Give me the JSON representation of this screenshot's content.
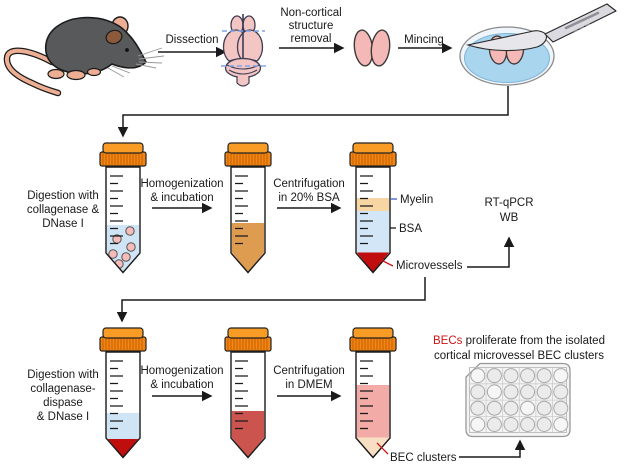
{
  "figure": {
    "title_implicit": "Isolation of brain microvessels and BEC clusters from mouse cortex"
  },
  "colors": {
    "text": "#1a1a1a",
    "red_label": "#CC1414",
    "blue_label": "#3A5FC0",
    "cap_orange": "#F08513",
    "cap_top_orange": "#F89C26",
    "digestion_buffer_blue": "#CFE4F5",
    "tissue_pink": "#F5BCBA",
    "homogenate_tan": "#DE9C51",
    "myelin_peach": "#F8D6A4",
    "bsa_blue": "#D3E6F7",
    "microvessel_red": "#C00D0D",
    "homogenate_red": "#CB544E",
    "dmem_pink": "#F2ABA7",
    "bec_pellet_cream": "#F8DFC4",
    "dish_blue": "#A9D5EF",
    "mouse_gray": "#58595B",
    "brain_pink": "#F4C6C3"
  },
  "top": {
    "dissection": "Dissection",
    "noncortical": [
      "Non-cortical",
      "structure",
      "removal"
    ],
    "mincing": "Mincing"
  },
  "mid": {
    "digestion": [
      "Digestion with",
      "collagenase &",
      "DNase I"
    ],
    "homogenization": [
      "Homogenization",
      "& incubation"
    ],
    "centrifugation": [
      "Centrifugation",
      "in 20% BSA"
    ],
    "myelin": "Myelin",
    "bsa": "BSA",
    "microvessels": "Microvessels",
    "analysis": [
      "RT-qPCR",
      "WB"
    ]
  },
  "bottom": {
    "digestion": [
      "Digestion with",
      "collagenase-",
      "dispase",
      "& DNase I"
    ],
    "homogenization": [
      "Homogenization",
      "& incubation"
    ],
    "centrifugation": [
      "Centrifugation",
      "in DMEM"
    ],
    "bec_clusters": "BEC clusters",
    "proliferate_red": "BECs",
    "proliferate_rest": " proliferate from the isolated",
    "proliferate_line2": "cortical microvessel BEC clusters"
  }
}
